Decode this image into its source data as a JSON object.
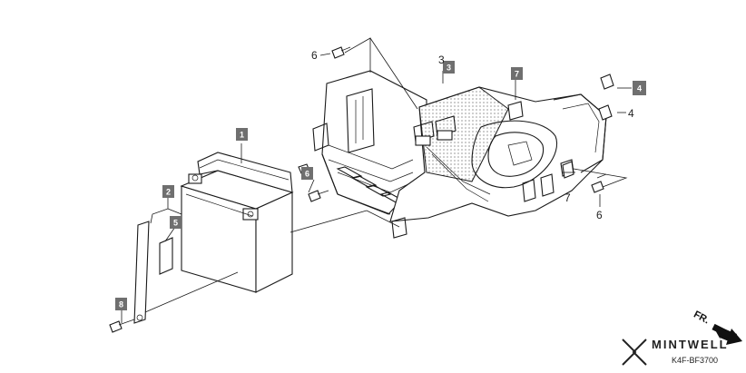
{
  "callouts": {
    "c1": "1",
    "c2": "2",
    "c3": "3",
    "c3b": "3",
    "c4a": "4",
    "c4b": "4",
    "c5": "5",
    "c6a": "6",
    "c6b": "6",
    "c6c": "6",
    "c7": "7",
    "c7b": "7",
    "c8": "8"
  },
  "orientation": {
    "label": "FR."
  },
  "watermark": {
    "brand": "MINTWELL",
    "code": "K4F-BF3700"
  },
  "colors": {
    "callout_box": "#6f6f6f",
    "line": "#1a1a1a",
    "background": "#ffffff"
  }
}
